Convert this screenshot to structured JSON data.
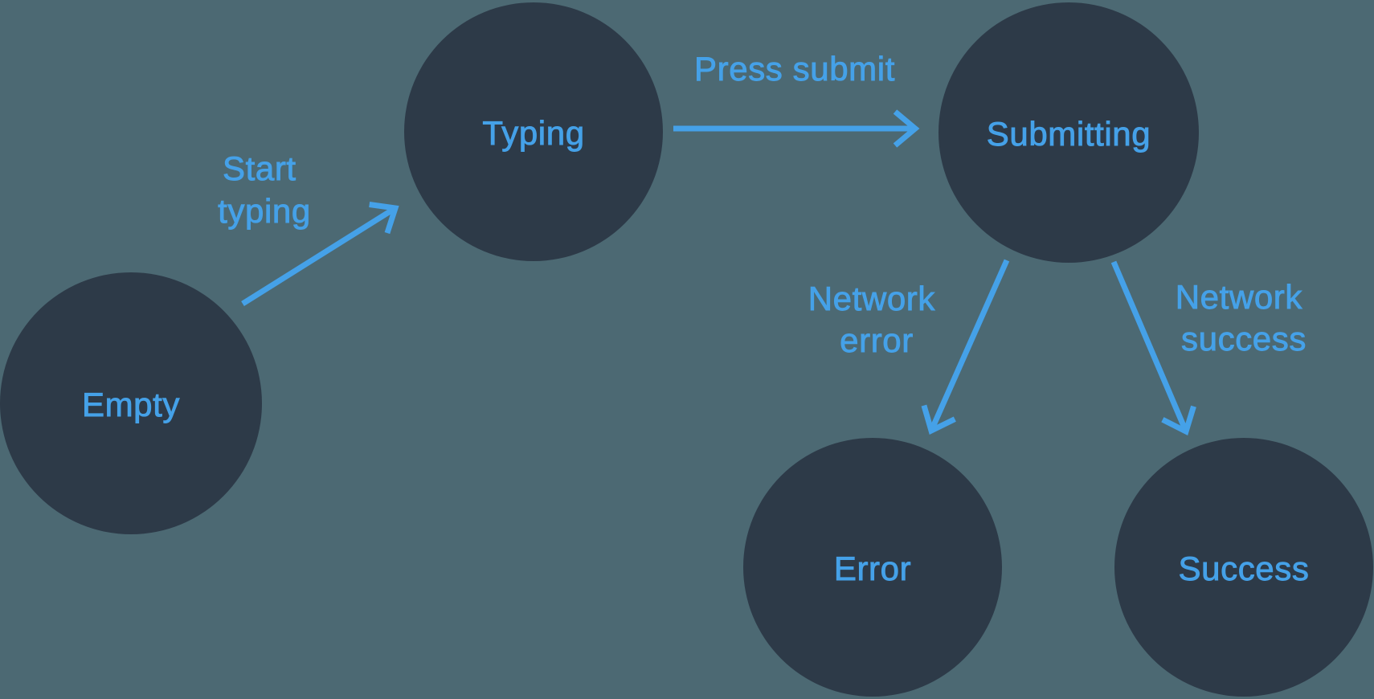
{
  "diagram": {
    "colors": {
      "background": "#4C6973",
      "node_fill": "#2D3A48",
      "accent": "#45A1E8"
    },
    "nodes": [
      {
        "id": "empty",
        "label": "Empty"
      },
      {
        "id": "typing",
        "label": "Typing"
      },
      {
        "id": "submitting",
        "label": "Submitting"
      },
      {
        "id": "error",
        "label": "Error"
      },
      {
        "id": "success",
        "label": "Success"
      }
    ],
    "edges": [
      {
        "from": "empty",
        "to": "typing",
        "label_lines": [
          "Start",
          "typing"
        ]
      },
      {
        "from": "typing",
        "to": "submitting",
        "label_lines": [
          "Press submit"
        ]
      },
      {
        "from": "submitting",
        "to": "error",
        "label_lines": [
          "Network",
          "error"
        ]
      },
      {
        "from": "submitting",
        "to": "success",
        "label_lines": [
          "Network",
          "success"
        ]
      }
    ]
  }
}
